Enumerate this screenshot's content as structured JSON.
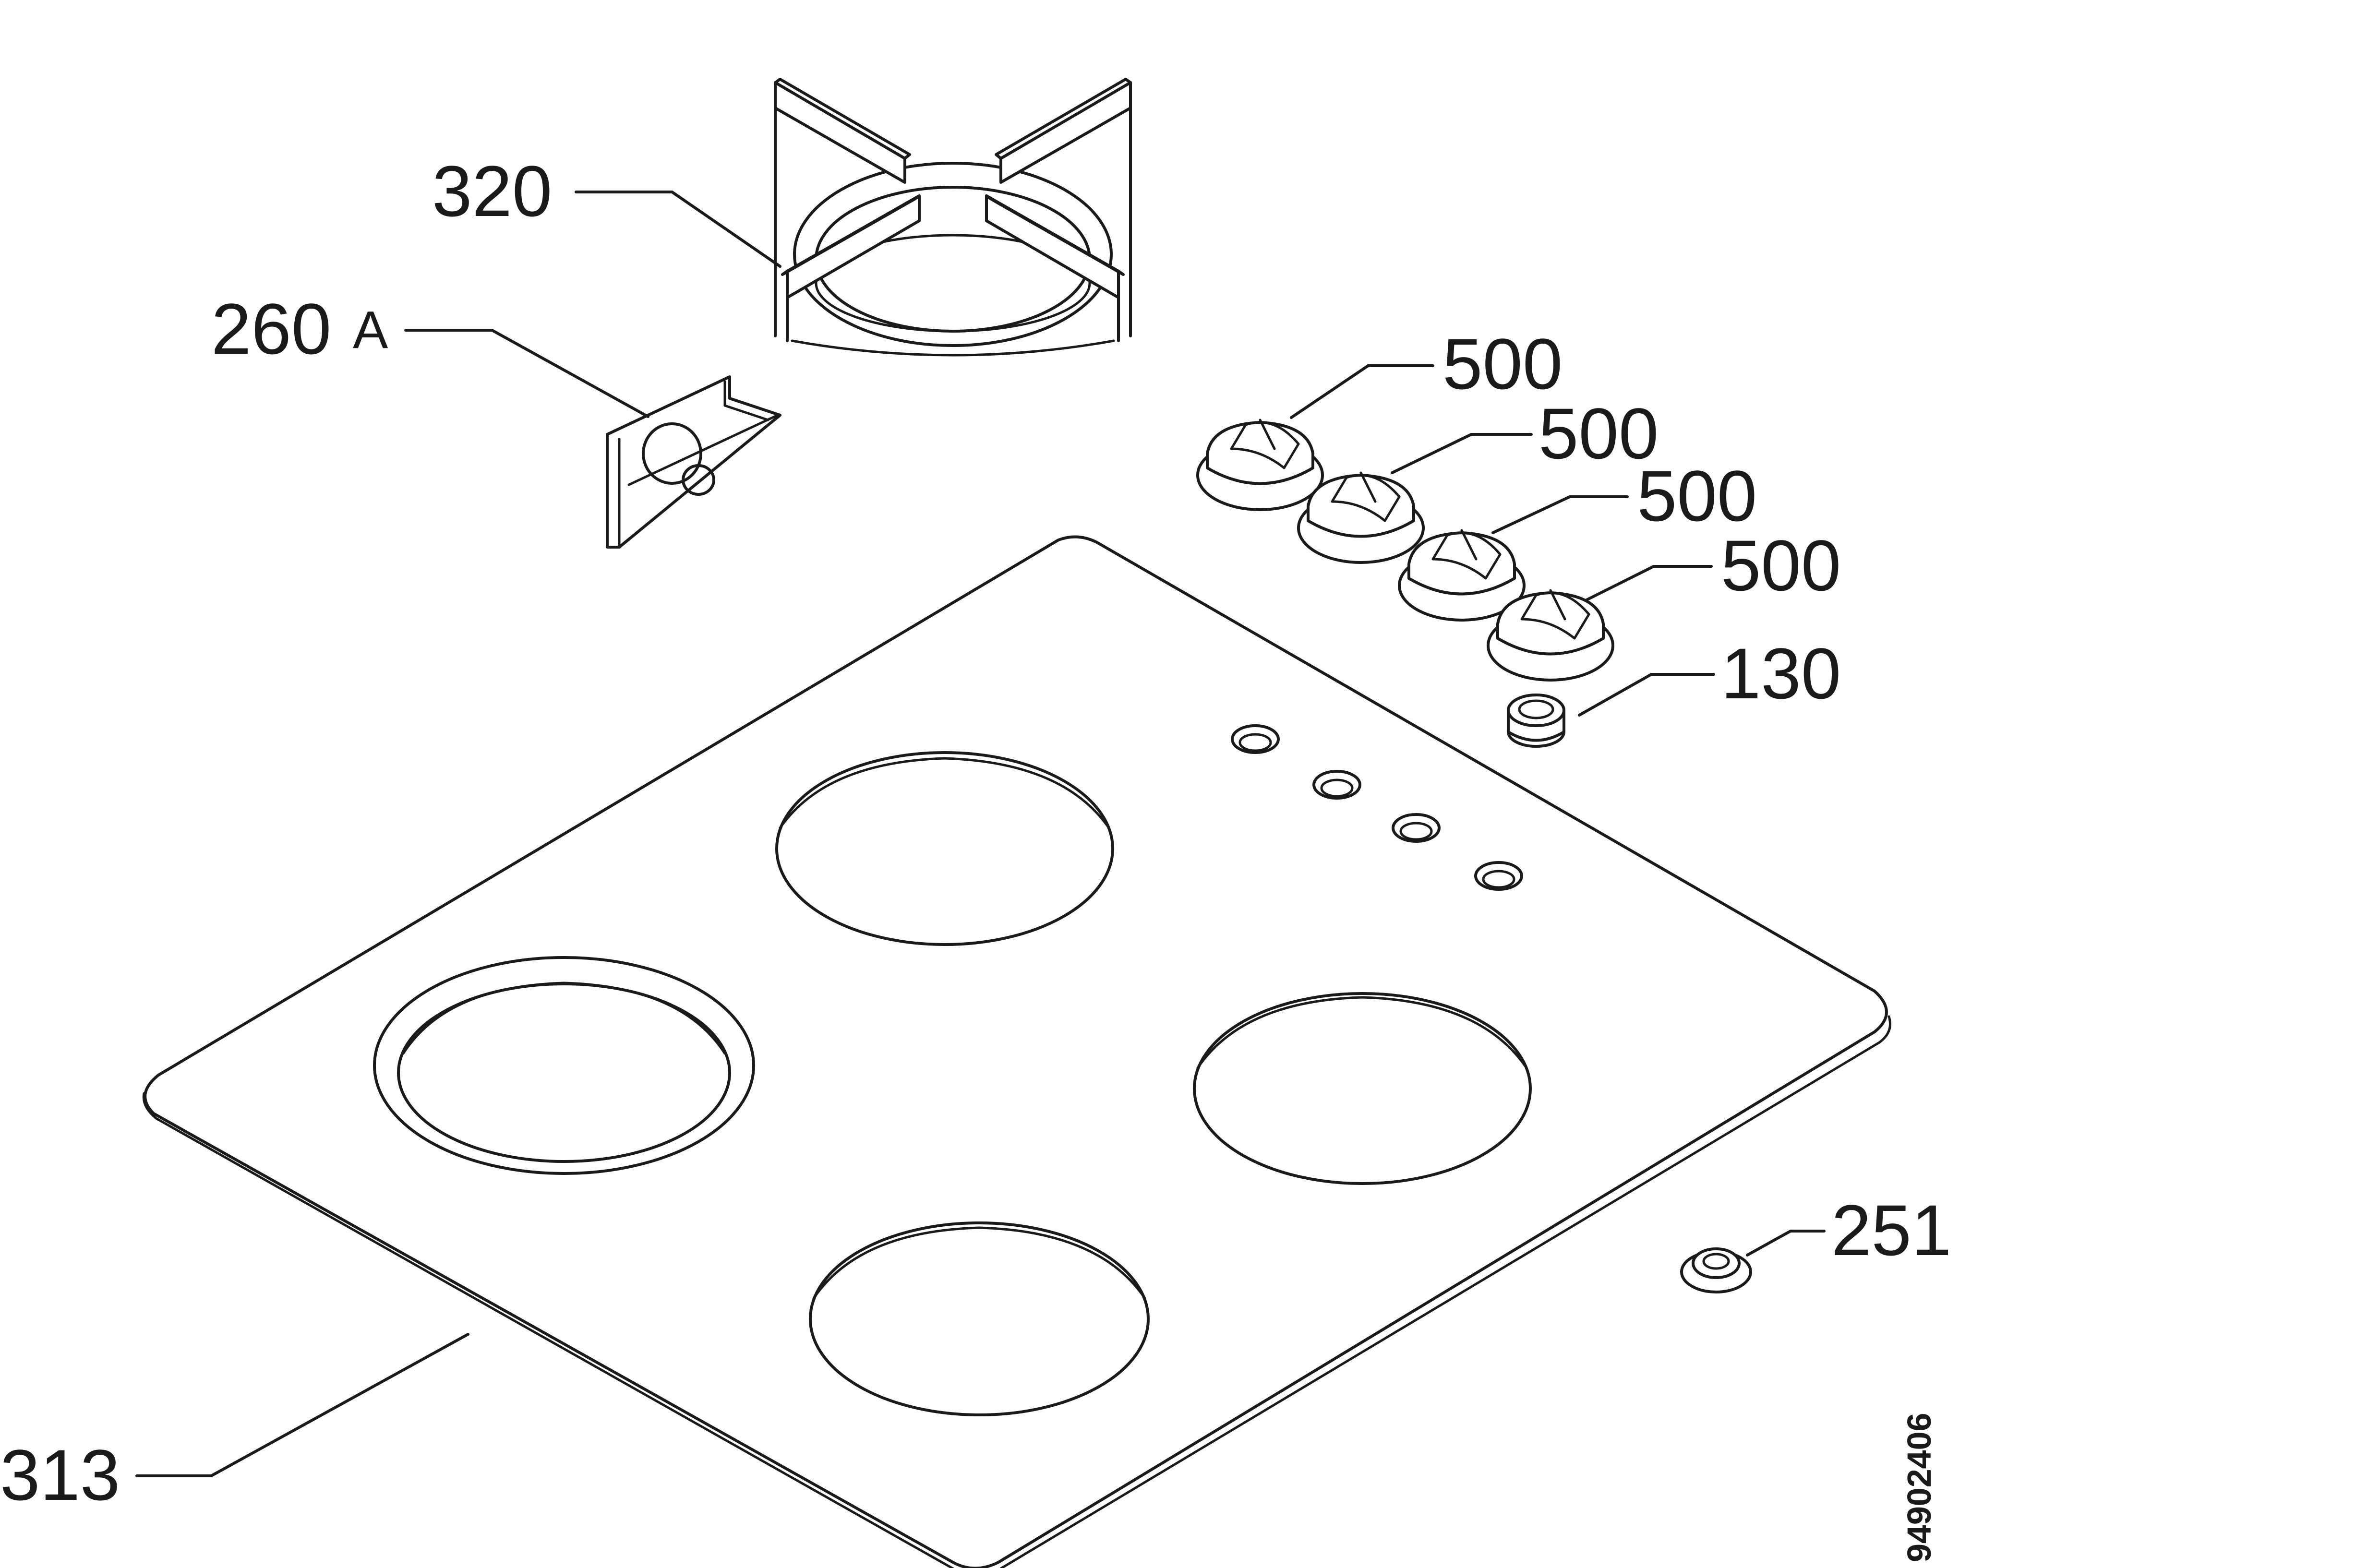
{
  "parts": {
    "hob_top": "313",
    "pan_support": "320",
    "burner_cap_part": {
      "number": "260",
      "suffix": "A"
    },
    "knob_1": "500",
    "knob_2": "500",
    "knob_3": "500",
    "knob_4": "500",
    "knob_small": "130",
    "grommet": "251"
  },
  "document_number": "94902406"
}
